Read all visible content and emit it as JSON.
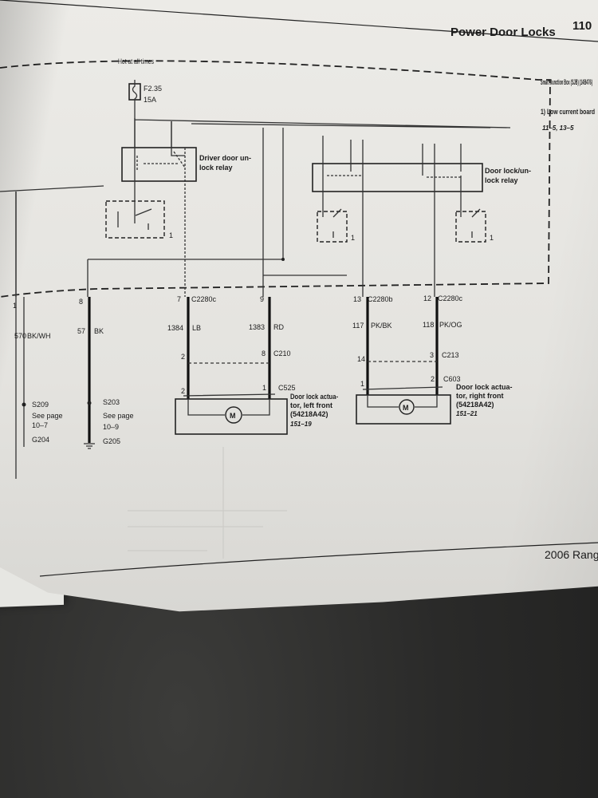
{
  "page": {
    "header_title": "Power Door Locks",
    "page_number": "110",
    "footer_text": "2006 Rang"
  },
  "fuse": {
    "hot_label": "Hot at all times",
    "name": "F2.35",
    "rating": "15A"
  },
  "sjb": {
    "title": "Smart Junction Box (SJB) (14B476)",
    "board": "1) Low current board",
    "ref": "11–5, 13–5"
  },
  "relays": {
    "driver": "Driver door unlock relay",
    "door": "Door lock/unlock relay"
  },
  "switch_marks": [
    "1",
    "1",
    "1"
  ],
  "connectors": {
    "left": [
      {
        "pin": "1",
        "circuit": "570",
        "color": "BK/WH"
      },
      {
        "pin": "8",
        "circuit": "57",
        "color": "BK"
      }
    ],
    "c2280c_left": {
      "name": "C2280c",
      "pin": "7",
      "circuit": "1384",
      "color": "LB"
    },
    "c2280c_mid": {
      "pin": "9",
      "circuit": "1383",
      "color": "RD"
    },
    "c2280b": {
      "name": "C2280b",
      "pin": "13",
      "circuit": "117",
      "color": "PK/BK"
    },
    "c2280c_right": {
      "name": "C2280c",
      "pin": "12",
      "circuit": "118",
      "color": "PK/OG"
    }
  },
  "inline_connectors": {
    "c210": {
      "name": "C210",
      "pin_left": "2",
      "pin_right": "8"
    },
    "c525": {
      "name": "C525",
      "pin_left": "2",
      "pin_right": "1"
    },
    "c213": {
      "name": "C213",
      "pin_left": "14",
      "pin_right": "3"
    },
    "c603": {
      "name": "C603",
      "pin_left": "1",
      "pin_right": "2"
    }
  },
  "actuators": {
    "left": {
      "name": "Door lock actuator, left front",
      "part": "(54218A42)",
      "ref": "151–19"
    },
    "right": {
      "name": "Door lock actuator, right front",
      "part": "(54218A42)",
      "ref": "151–21"
    }
  },
  "grounds": {
    "s209": {
      "splice": "S209",
      "see": "See page",
      "ref": "10–7",
      "ground": "G204"
    },
    "s203": {
      "splice": "S203",
      "see": "See page",
      "ref": "10–9",
      "ground": "G205"
    }
  },
  "motor_symbol": "M"
}
